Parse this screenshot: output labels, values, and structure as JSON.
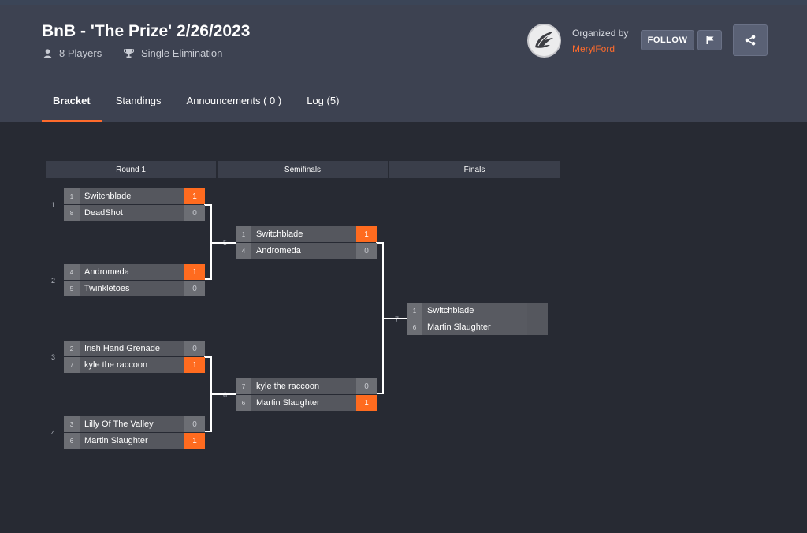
{
  "tournament": {
    "title": "BnB - 'The Prize' 2/26/2023",
    "players": "8 Players",
    "format": "Single Elimination"
  },
  "organizer": {
    "label": "Organized by",
    "name": "MerylFord"
  },
  "actions": {
    "follow": "FOLLOW"
  },
  "tabs": [
    {
      "label": "Bracket",
      "active": true
    },
    {
      "label": "Standings"
    },
    {
      "label": "Announcements ( 0 )"
    },
    {
      "label": "Log (5)"
    }
  ],
  "rounds": [
    "Round 1",
    "Semifinals",
    "Finals"
  ],
  "colors": {
    "accent": "#ff6b2c",
    "header_bg": "#3d4251",
    "page_bg": "#272a33"
  },
  "matches": [
    {
      "num": "1",
      "p1": {
        "seed": "1",
        "name": "Switchblade",
        "score": "1",
        "win": true
      },
      "p2": {
        "seed": "8",
        "name": "DeadShot",
        "score": "0"
      }
    },
    {
      "num": "2",
      "p1": {
        "seed": "4",
        "name": "Andromeda",
        "score": "1",
        "win": true
      },
      "p2": {
        "seed": "5",
        "name": "Twinkletoes",
        "score": "0"
      }
    },
    {
      "num": "3",
      "p1": {
        "seed": "2",
        "name": "Irish Hand Grenade",
        "score": "0"
      },
      "p2": {
        "seed": "7",
        "name": "kyle the raccoon",
        "score": "1",
        "win": true
      }
    },
    {
      "num": "4",
      "p1": {
        "seed": "3",
        "name": "Lilly Of The Valley",
        "score": "0"
      },
      "p2": {
        "seed": "6",
        "name": "Martin Slaughter",
        "score": "1",
        "win": true
      }
    },
    {
      "num": "5",
      "p1": {
        "seed": "1",
        "name": "Switchblade",
        "score": "1",
        "win": true
      },
      "p2": {
        "seed": "4",
        "name": "Andromeda",
        "score": "0"
      }
    },
    {
      "num": "6",
      "p1": {
        "seed": "7",
        "name": "kyle the raccoon",
        "score": "0"
      },
      "p2": {
        "seed": "6",
        "name": "Martin Slaughter",
        "score": "1",
        "win": true
      }
    },
    {
      "num": "7",
      "p1": {
        "seed": "1",
        "name": "Switchblade"
      },
      "p2": {
        "seed": "6",
        "name": "Martin Slaughter"
      }
    }
  ]
}
